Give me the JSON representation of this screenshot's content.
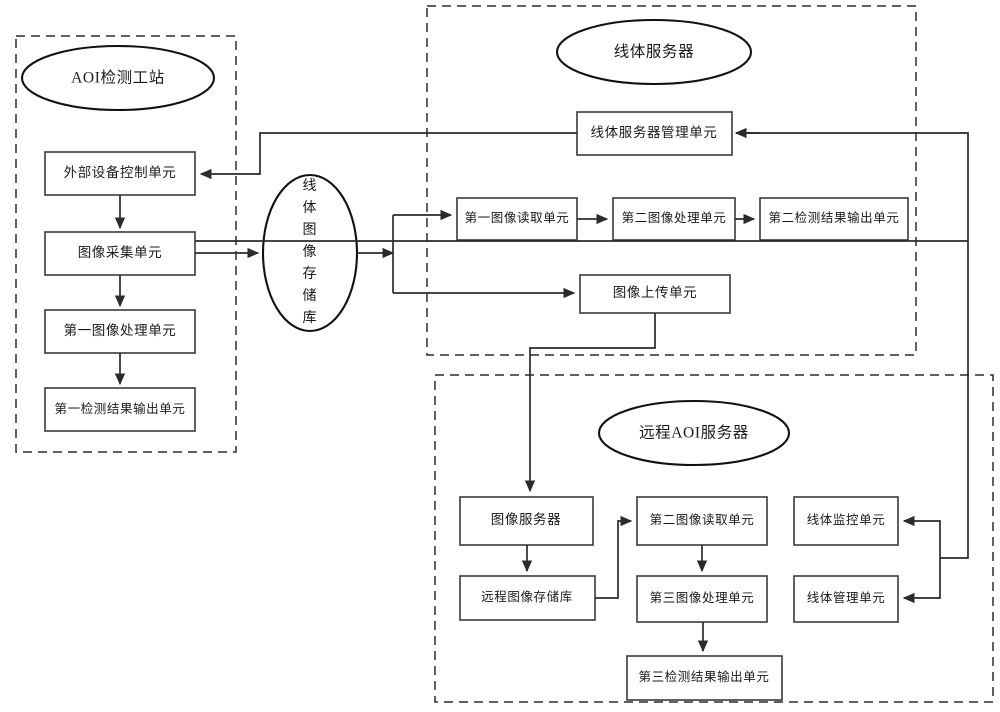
{
  "diagram": {
    "type": "block-diagram",
    "title_visible": false,
    "colors": {
      "background": "#ffffff",
      "box_stroke": "#3a3a3a",
      "ellipse_stroke": "#111111",
      "edge_stroke": "#2b2b2b",
      "dashed_frame_stroke": "#2b2b2b",
      "text": "#1a1a1a"
    },
    "groups": [
      {
        "id": "g_aoi_station",
        "label": "AOI检测工站"
      },
      {
        "id": "g_line_server",
        "label": "线体服务器"
      },
      {
        "id": "g_remote_aoi",
        "label": "远程AOI服务器"
      }
    ],
    "nodes": [
      {
        "id": "n_aoi_station",
        "label": "AOI检测工站",
        "shape": "ellipse",
        "group": "g_aoi_station"
      },
      {
        "id": "n_ext_dev_ctrl",
        "label": "外部设备控制单元",
        "shape": "rect",
        "group": "g_aoi_station"
      },
      {
        "id": "n_img_acq",
        "label": "图像采集单元",
        "shape": "rect",
        "group": "g_aoi_station"
      },
      {
        "id": "n_img_proc_1",
        "label": "第一图像处理单元",
        "shape": "rect",
        "group": "g_aoi_station"
      },
      {
        "id": "n_result_out_1",
        "label": "第一检测结果输出单元",
        "shape": "rect",
        "group": "g_aoi_station"
      },
      {
        "id": "n_line_img_store",
        "label": "线体图像存储库",
        "shape": "ellipse-vertical-text",
        "group": null
      },
      {
        "id": "n_line_server",
        "label": "线体服务器",
        "shape": "ellipse",
        "group": "g_line_server"
      },
      {
        "id": "n_line_server_mgmt",
        "label": "线体服务器管理单元",
        "shape": "rect",
        "group": "g_line_server"
      },
      {
        "id": "n_img_read_1",
        "label": "第一图像读取单元",
        "shape": "rect",
        "group": "g_line_server"
      },
      {
        "id": "n_img_proc_2",
        "label": "第二图像处理单元",
        "shape": "rect",
        "group": "g_line_server"
      },
      {
        "id": "n_result_out_2",
        "label": "第二检测结果输出单元",
        "shape": "rect",
        "group": "g_line_server"
      },
      {
        "id": "n_img_upload",
        "label": "图像上传单元",
        "shape": "rect",
        "group": "g_line_server"
      },
      {
        "id": "n_remote_aoi",
        "label": "远程AOI服务器",
        "shape": "ellipse",
        "group": "g_remote_aoi"
      },
      {
        "id": "n_img_server",
        "label": "图像服务器",
        "shape": "rect",
        "group": "g_remote_aoi"
      },
      {
        "id": "n_remote_img_store",
        "label": "远程图像存储库",
        "shape": "rect",
        "group": "g_remote_aoi"
      },
      {
        "id": "n_img_read_2",
        "label": "第二图像读取单元",
        "shape": "rect",
        "group": "g_remote_aoi"
      },
      {
        "id": "n_img_proc_3",
        "label": "第三图像处理单元",
        "shape": "rect",
        "group": "g_remote_aoi"
      },
      {
        "id": "n_result_out_3",
        "label": "第三检测结果输出单元",
        "shape": "rect",
        "group": "g_remote_aoi"
      },
      {
        "id": "n_line_monitor",
        "label": "线体监控单元",
        "shape": "rect",
        "group": "g_remote_aoi"
      },
      {
        "id": "n_line_mgmt",
        "label": "线体管理单元",
        "shape": "rect",
        "group": "g_remote_aoi"
      }
    ],
    "edges": [
      {
        "from": "n_ext_dev_ctrl",
        "to": "n_img_acq",
        "arrow": true
      },
      {
        "from": "n_img_acq",
        "to": "n_img_proc_1",
        "arrow": true
      },
      {
        "from": "n_img_proc_1",
        "to": "n_result_out_1",
        "arrow": true
      },
      {
        "from": "n_img_acq",
        "to": "n_line_img_store",
        "arrow": true
      },
      {
        "from": "n_line_img_store",
        "to": "n_img_read_1",
        "arrow": true
      },
      {
        "from": "n_line_img_store",
        "to": "n_img_upload",
        "arrow": true
      },
      {
        "from": "n_img_read_1",
        "to": "n_img_proc_2",
        "arrow": true
      },
      {
        "from": "n_img_proc_2",
        "to": "n_result_out_2",
        "arrow": true
      },
      {
        "from": "n_img_acq",
        "to": "n_line_server_mgmt",
        "arrow": true
      },
      {
        "from": "n_line_server_mgmt",
        "to": "n_ext_dev_ctrl",
        "arrow": true
      },
      {
        "from": "n_img_upload",
        "to": "n_img_server",
        "arrow": true
      },
      {
        "from": "n_img_server",
        "to": "n_remote_img_store",
        "arrow": true
      },
      {
        "from": "n_remote_img_store",
        "to": "n_img_read_2",
        "arrow": true
      },
      {
        "from": "n_img_read_2",
        "to": "n_img_proc_3",
        "arrow": true
      },
      {
        "from": "n_img_proc_3",
        "to": "n_result_out_3",
        "arrow": true
      },
      {
        "from": "n_line_monitor",
        "to": "n_line_server_mgmt",
        "arrow": true
      },
      {
        "from": "n_line_mgmt",
        "to": "n_line_server_mgmt",
        "arrow": true
      }
    ]
  }
}
